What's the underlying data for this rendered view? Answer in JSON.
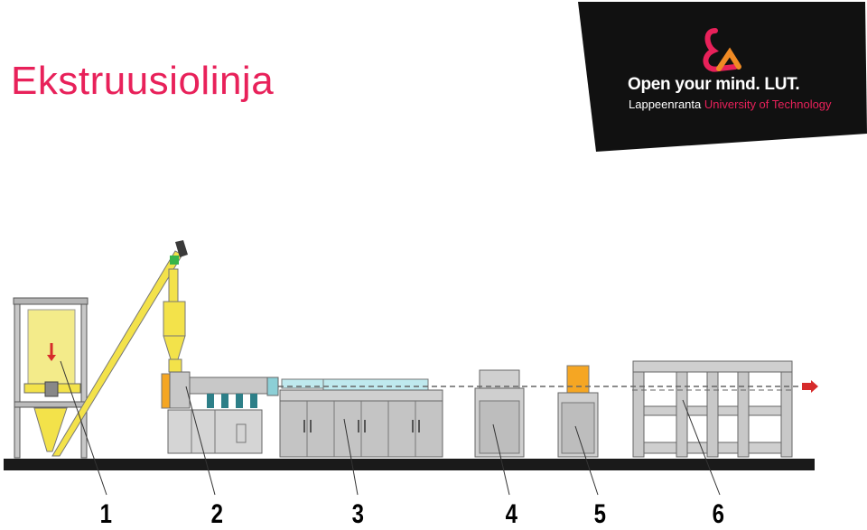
{
  "title": "Ekstruusiolinja",
  "logo": {
    "mark": "ampersand-logo",
    "tagline": "Open your mind. LUT.",
    "university_prefix": "Lappeenranta",
    "university_suffix": "University of Technology",
    "colors": {
      "banner": "#111111",
      "accent": "#e8215a",
      "orange": "#f08a24",
      "text": "#ffffff"
    }
  },
  "labels": [
    "1",
    "2",
    "3",
    "4",
    "5",
    "6"
  ],
  "colors": {
    "machine_gray": "#b5b5b5",
    "yellow": "#f3e24a",
    "floor": "#1a1a1a",
    "water": "#bfe9ee",
    "orange": "#f5a623",
    "arrow": "#d62b2b"
  }
}
